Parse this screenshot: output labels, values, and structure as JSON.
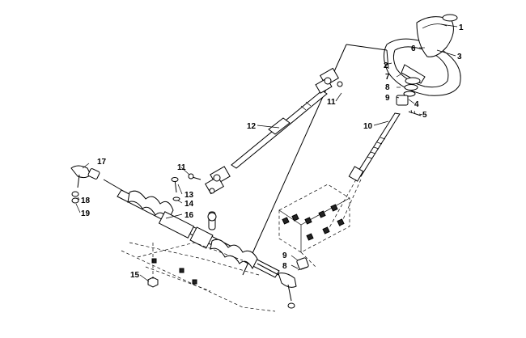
{
  "callouts": [
    {
      "id": "c1",
      "text": "1"
    },
    {
      "id": "c2",
      "text": "2"
    },
    {
      "id": "c3",
      "text": "3"
    },
    {
      "id": "c4",
      "text": "4"
    },
    {
      "id": "c5",
      "text": "5"
    },
    {
      "id": "c6",
      "text": "6"
    },
    {
      "id": "c7",
      "text": "7"
    },
    {
      "id": "c8a",
      "text": "8"
    },
    {
      "id": "c8b",
      "text": "8"
    },
    {
      "id": "c9a",
      "text": "9"
    },
    {
      "id": "c9b",
      "text": "9"
    },
    {
      "id": "c10",
      "text": "10"
    },
    {
      "id": "c11a",
      "text": "11"
    },
    {
      "id": "c11b",
      "text": "11"
    },
    {
      "id": "c12",
      "text": "12"
    },
    {
      "id": "c13",
      "text": "13"
    },
    {
      "id": "c14",
      "text": "14"
    },
    {
      "id": "c15",
      "text": "15"
    },
    {
      "id": "c16",
      "text": "16"
    },
    {
      "id": "c17",
      "text": "17"
    },
    {
      "id": "c18",
      "text": "18"
    },
    {
      "id": "c19",
      "text": "19"
    }
  ]
}
